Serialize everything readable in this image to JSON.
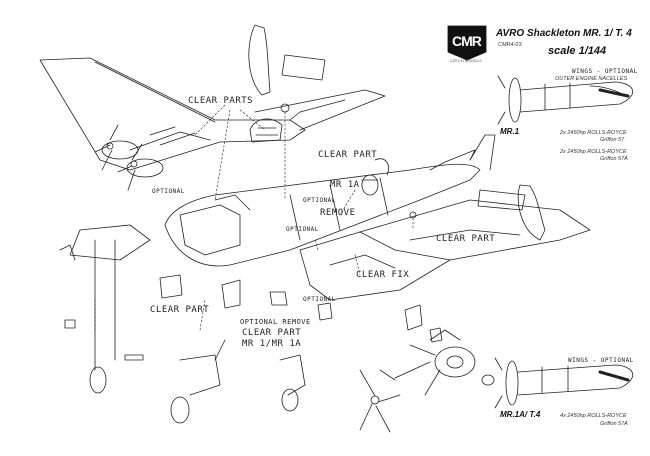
{
  "header": {
    "logo_text": "CMR",
    "logo_caption": "CZECH MODELS",
    "title": "AVRO Shackleton MR. 1/ T. 4",
    "subtitle": "CMR4-03",
    "scale": "scale 1/144"
  },
  "labels": {
    "clear_parts": "CLEAR PARTS",
    "clear_part_top": "CLEAR PART",
    "mr1a": "MR 1A",
    "remove_top": "REMOVE",
    "optional_1": "OPTIONAL",
    "optional_2": "OPTIONAL",
    "optional_3": "OPTIONAL",
    "optional_4": "OPTIONAL",
    "clear_part_right": "CLEAR PART",
    "clear_fix": "CLEAR FIX",
    "clear_part_bottom_left": "CLEAR PART",
    "optional_remove": "OPTIONAL  REMOVE",
    "clear_part_mr": "CLEAR PART",
    "mr1_mr1a": "MR 1/MR 1A"
  },
  "insets": {
    "top": {
      "heading": "WINGS - OPTIONAL",
      "subheading": "OUTER ENGINE NACELLES",
      "variant": "MR.1",
      "engine_1": "2x 2450hp ROLLS-ROYCE",
      "engine_1_type": "Griffon 57",
      "engine_2": "2x 2450hp ROLLS-ROYCE",
      "engine_2_type": "Griffon 57A"
    },
    "bottom": {
      "heading": "WINGS - OPTIONAL",
      "variant": "MR.1A/ T.4",
      "engine_1": "4x 2450hp ROLLS-ROYCE",
      "engine_1_type": "Griffon 57A"
    }
  }
}
